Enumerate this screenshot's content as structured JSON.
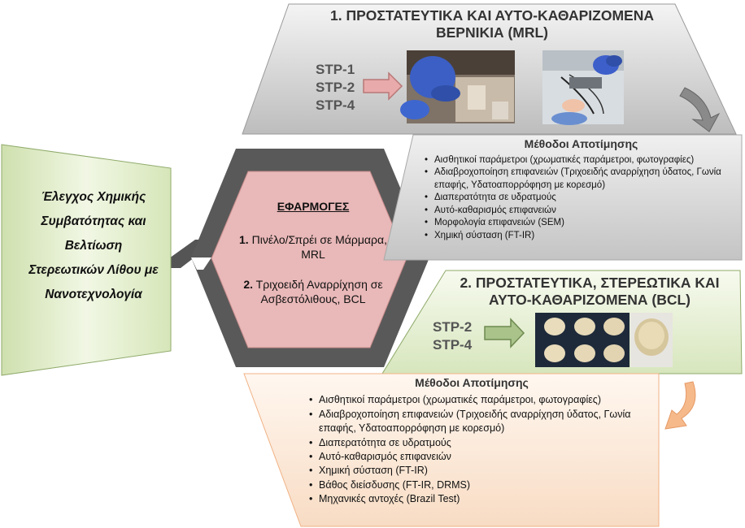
{
  "left_box": {
    "lines": [
      "Έλεγχος Χημικής",
      "Συμβατότητας και",
      "Βελτίωση",
      "Στερεωτικών Λίθου με",
      "Νανοτεχνολογία"
    ]
  },
  "applications": {
    "title": "ΕΦΑΡΜΟΓΕΣ",
    "item1_num": "1.",
    "item1_text": "Πινέλο/Σπρέι σε Μάρμαρα, MRL",
    "item2_num": "2.",
    "item2_text": "Τριχοειδή Αναρρίχηση σε Ασβεστόλιθους, BCL"
  },
  "section1": {
    "title_line1": "1. ΠΡΟΣΤΑΤΕΥΤΙΚΑ ΚΑΙ ΑΥΤΟ-ΚΑΘΑΡΙΖΟΜΕΝΑ",
    "title_line2": "ΒΕΡΝΙΚΙΑ (MRL)",
    "stp": [
      "STP-1",
      "STP-2",
      "STP-4"
    ],
    "methods_title": "Μέθοδοι Αποτίμησης",
    "methods": [
      "Αισθητικοί παράμετροι (χρωματικές παράμετροι, φωτογραφίες)",
      "Αδιαβροχοποίηση επιφανειών (Τριχοειδής αναρρίχηση ύδατος, Γωνία επαφής, Υδατοαπορρόφηση με κορεσμό)",
      "Διαπερατότητα σε υδρατμούς",
      "Αυτό-καθαρισμός επιφανειών",
      "Μορφολογία επιφανειών (SEM)",
      "Χημική σύσταση (FT-IR)"
    ]
  },
  "section2": {
    "title_line1": "2. ΠΡΟΣΤΑΤΕΥΤΙΚΑ, ΣΤΕΡΕΩΤΙΚΑ ΚΑΙ",
    "title_line2": "ΑΥΤΟ-ΚΑΘΑΡΙΖΟΜΕΝΑ (BCL)",
    "stp": [
      "STP-2",
      "STP-4"
    ],
    "methods_title": "Μέθοδοι Αποτίμησης",
    "methods": [
      "Αισθητικοί παράμετροι (χρωματικές παράμετροι, φωτογραφίες)",
      "Αδιαβροχοποίηση επιφανειών (Τριχοειδής αναρρίχηση ύδατος, Γωνία επαφής, Υδατοαπορρόφηση με κορεσμό)",
      "Διαπερατότητα σε υδρατμούς",
      "Αυτό-καθαρισμός επιφανειών",
      "Χημική σύσταση (FT-IR)",
      "Βάθος διείσδυσης (FT-IR, DRMS)",
      "Μηχανικές αντοχές (Brazil Test)"
    ]
  },
  "colors": {
    "gray_box": "#c9c9c9",
    "green_box": "#dde9c4",
    "peach_box": "#fbe1cc",
    "hexagon_outer": "#5a5a5a",
    "hexagon_inner": "#e9b8b8",
    "arrow_pink": "#e8aaaa",
    "arrow_green": "#a9c38a",
    "arrow_orange": "#f6b98a"
  }
}
